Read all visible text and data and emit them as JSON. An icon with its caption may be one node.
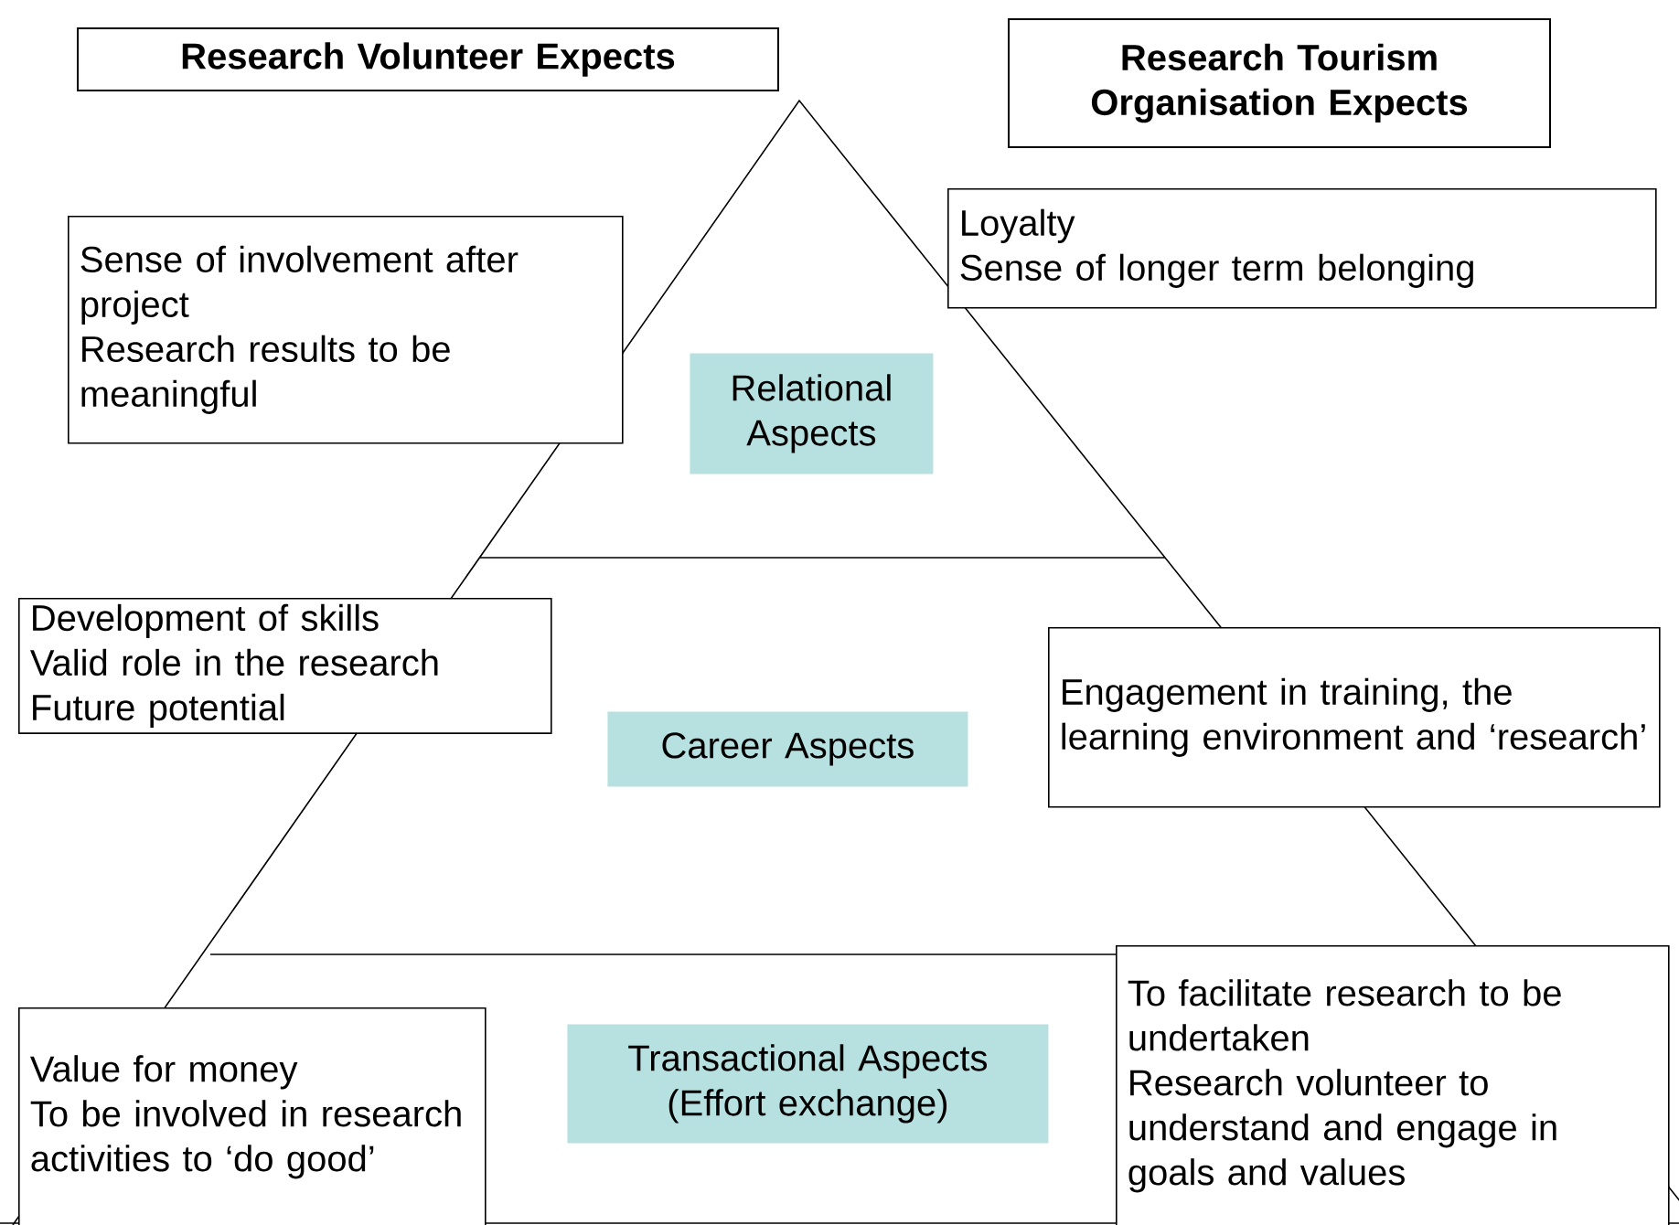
{
  "diagram": {
    "nodes": [
      {
        "text": [
          "Research Volunteer Expects"
        ]
      },
      {
        "text": [
          "Research Tourism Organisation Expects"
        ]
      },
      {
        "text": [
          "Sense of involvement after project",
          "Research results to be meaningful"
        ]
      },
      {
        "text": [
          "Relational Aspects"
        ]
      },
      {
        "text": [
          "Loyalty",
          "Sense of longer term belonging"
        ]
      },
      {
        "text": [
          "Development of skills",
          "Valid role in the research",
          "Future potential"
        ]
      },
      {
        "text": [
          "Career Aspects"
        ]
      },
      {
        "text": [
          "Engagement in training, the learning environment and ‘research’"
        ]
      },
      {
        "text": [
          "Value for money",
          "To be involved in research activities to ‘do good’"
        ]
      },
      {
        "text": [
          "Transactional Aspects",
          "(Effort exchange)"
        ]
      },
      {
        "text": [
          "To facilitate research to be undertaken",
          "Research volunteer to understand and engage in goals and values"
        ]
      }
    ]
  }
}
